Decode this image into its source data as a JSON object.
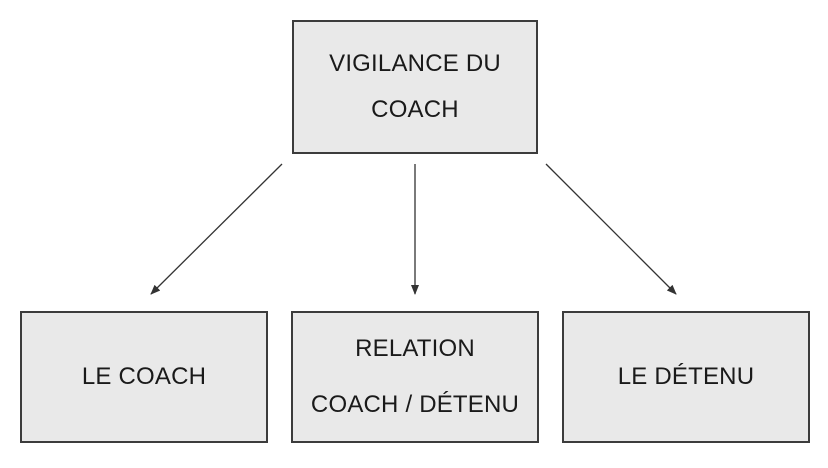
{
  "diagram": {
    "top": {
      "line1": "VIGILANCE DU",
      "line2": "COACH"
    },
    "left": {
      "label": "LE COACH"
    },
    "center": {
      "line1": "RELATION",
      "line2": "COACH / DÉTENU"
    },
    "right": {
      "label": "LE DÉTENU"
    }
  },
  "colors": {
    "box_fill": "#e9e9e9",
    "box_border": "#3c3c3c",
    "arrow": "#333333",
    "text": "#1a1a1a"
  }
}
